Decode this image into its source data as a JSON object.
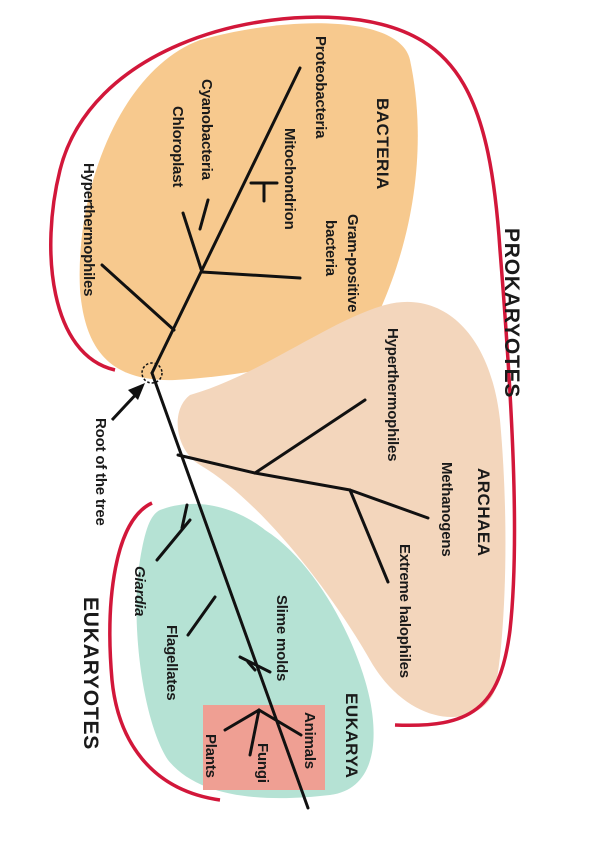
{
  "labels": {
    "bacteria": "BACTERIA",
    "archaea": "ARCHAEA",
    "eukarya": "EUKARYA",
    "prokaryotes": "PROKARYOTES",
    "eukaryotes": "EUKARYOTES",
    "root": "Root of the tree",
    "proteobacteria": "Proteobacteria",
    "mitochondrion": "Mitochondrion",
    "cyanobacteria": "Cyanobacteria",
    "chloroplast": "Chloroplast",
    "gram_positive_1": "Gram-positive",
    "gram_positive_2": "bacteria",
    "hyperthermophiles_bacteria": "Hyperthermophiles",
    "hyperthermophiles_archaea": "Hyperthermophiles",
    "methanogens": "Methanogens",
    "extreme_halophiles": "Extreme halophiles",
    "giardia": "Giardia",
    "flagellates": "Flagellates",
    "slime_molds": "Slime molds",
    "animals": "Animals",
    "fungi": "Fungi",
    "plants": "Plants"
  },
  "colors": {
    "bacteria": "#f7c98e",
    "archaea": "#f3d6bc",
    "eukarya": "#b5e2d4",
    "highlight": "#ef9f93",
    "bracket": "#d2173a",
    "branch": "#111111"
  }
}
